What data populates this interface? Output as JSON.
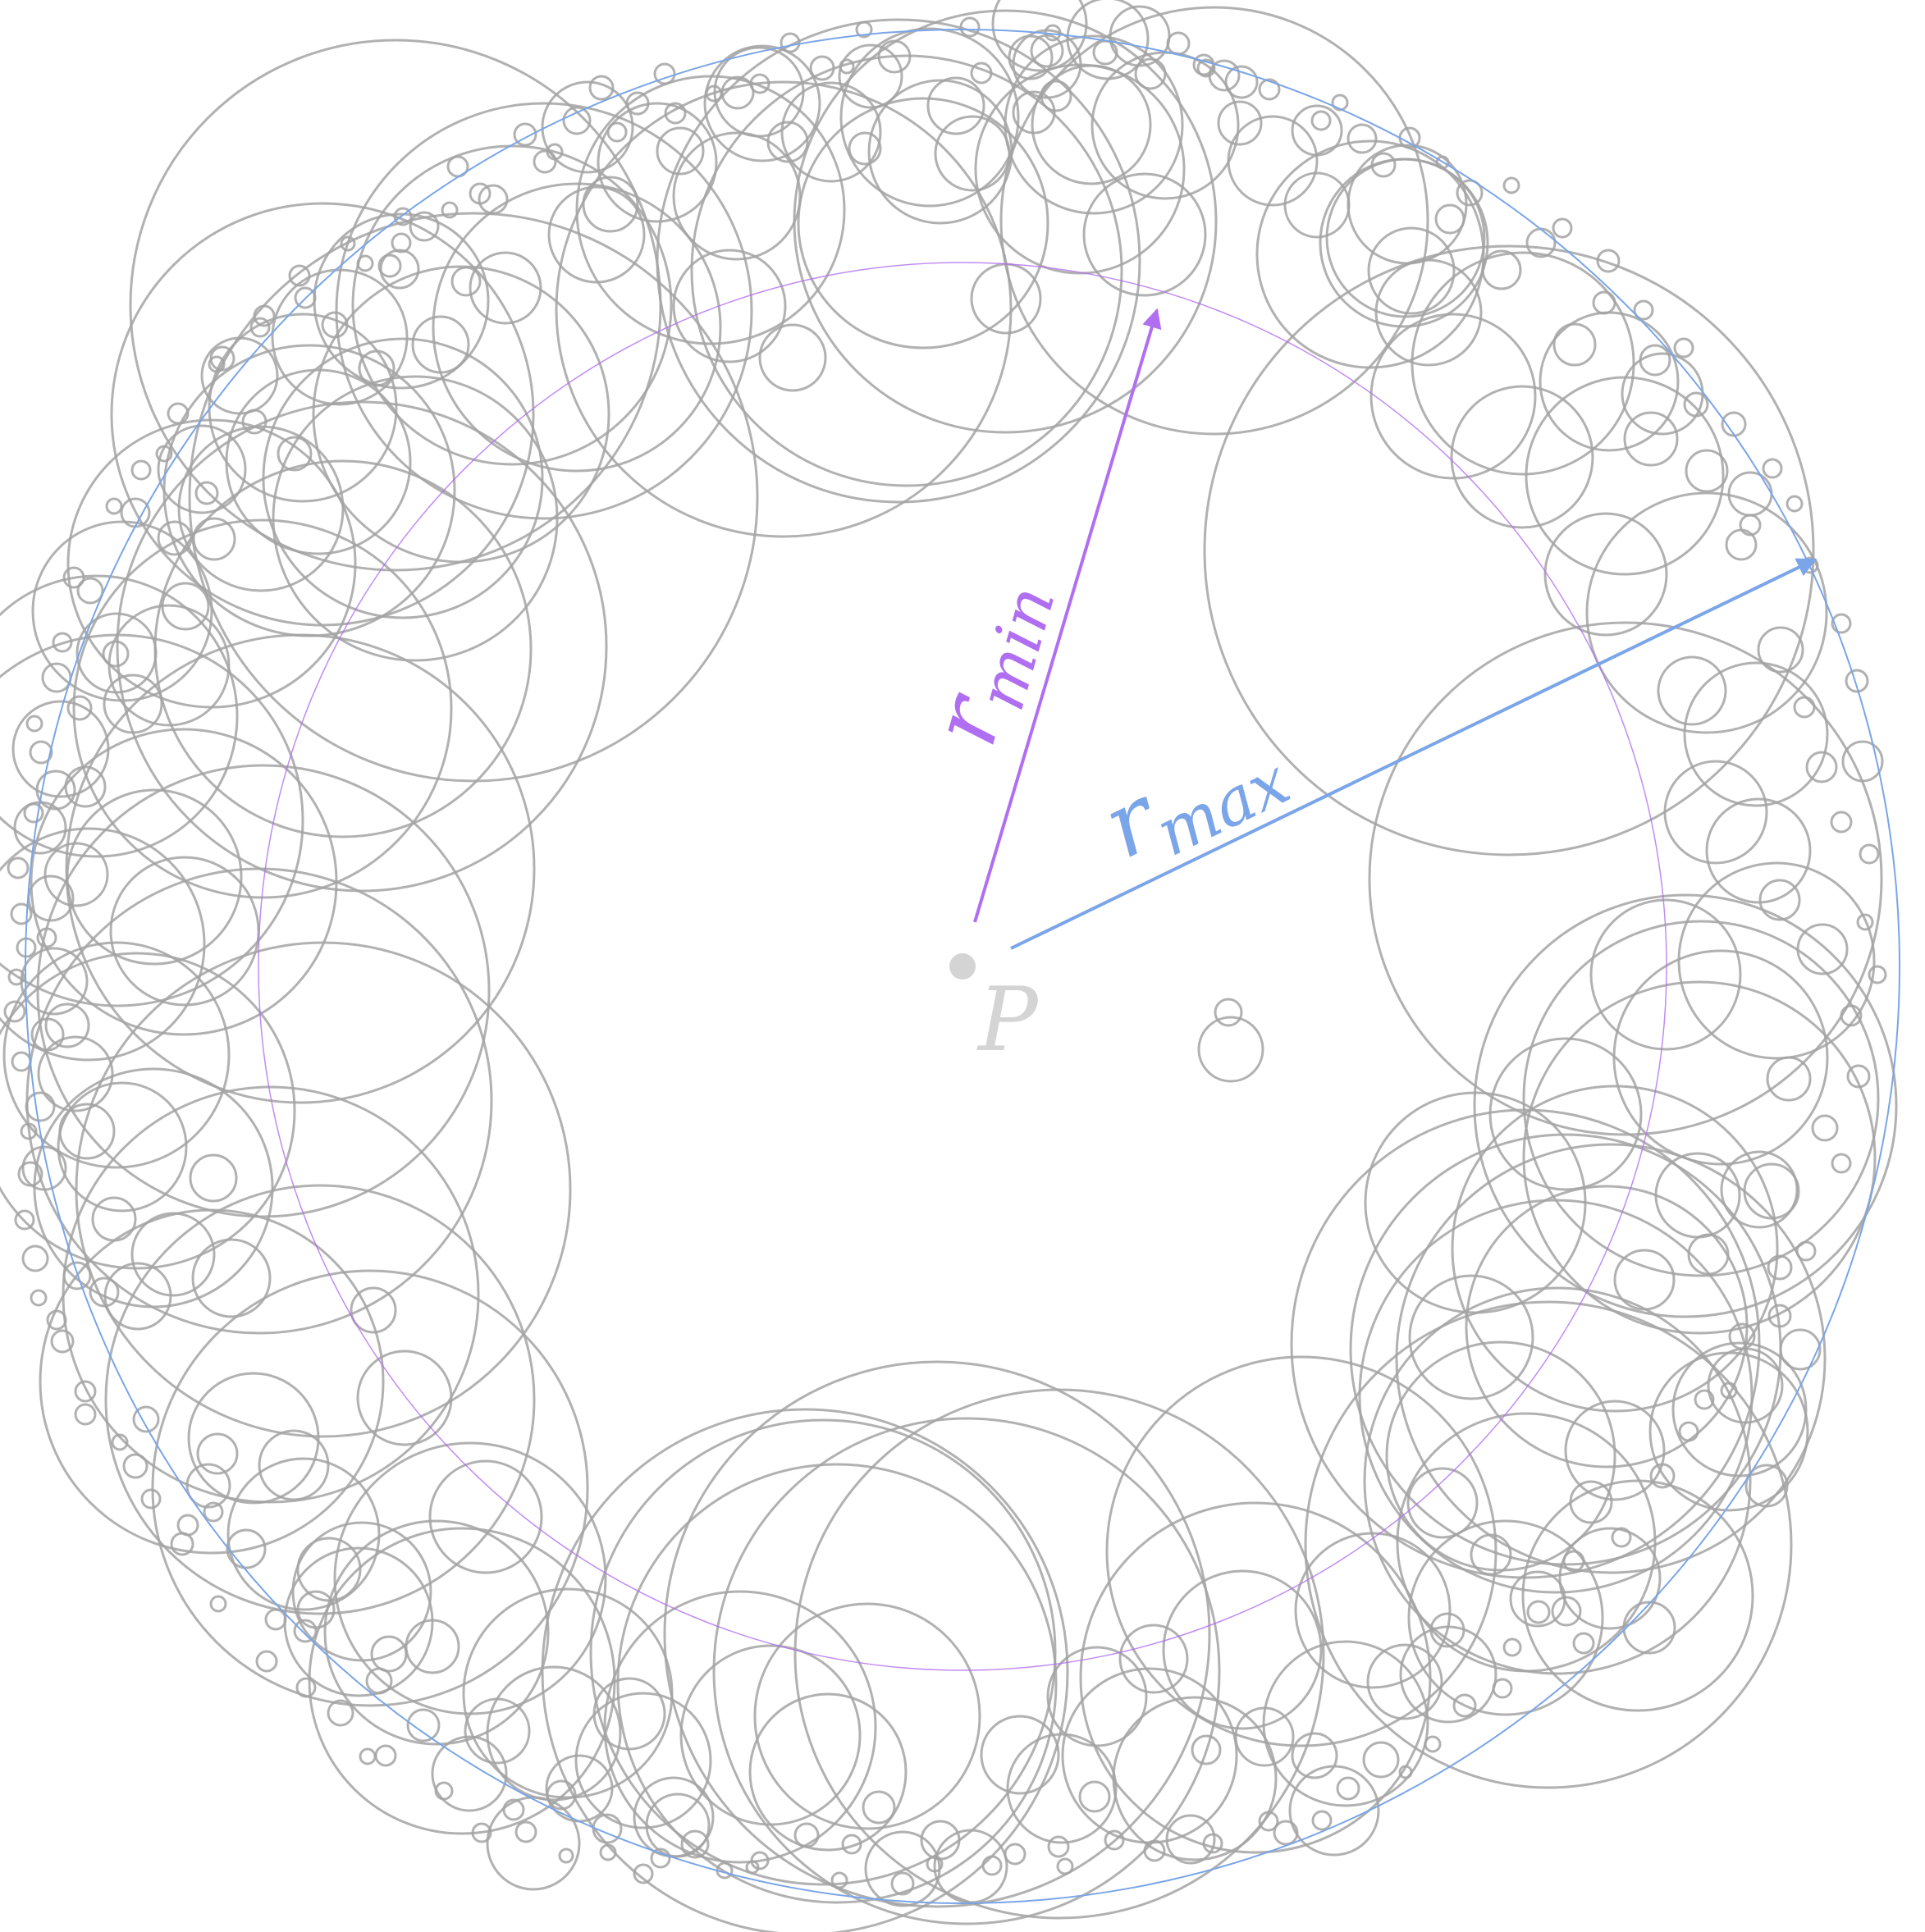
{
  "labels": {
    "point": "P",
    "r_min_main": "r",
    "r_min_sub": "min",
    "r_max_main": "r",
    "r_max_sub": "max"
  },
  "colors": {
    "background": "#ffffff",
    "circle_stroke": "#a3a3a3",
    "point": "#d4d4d4",
    "min_radius": "#b06ff0",
    "max_radius": "#7aa5e8"
  },
  "icons": {
    "point_marker": "center-point-icon",
    "arrow": "arrowhead-icon"
  }
}
